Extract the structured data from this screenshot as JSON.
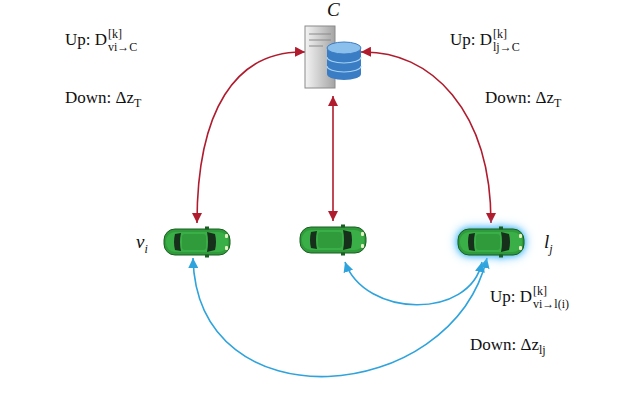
{
  "diagram": {
    "nodes": [
      {
        "text": [
          "C"
        ]
      },
      {
        "text": [
          "vi"
        ]
      },
      {
        "text": [
          "lj"
        ]
      }
    ],
    "edges": [
      {
        "from": 0,
        "to": 1,
        "arrow": "both"
      },
      {
        "from": 0,
        "to": 2,
        "arrow": "both"
      },
      {
        "from": 2,
        "to": 1,
        "arrow": "both"
      }
    ],
    "labels": [
      "Up: D[k]vi→C",
      "Down: ΔzT",
      "Up: D[k]lj→C",
      "Down: ΔzT",
      "Up: D[k]vi→l(i)",
      "Down: Δzlj"
    ]
  }
}
